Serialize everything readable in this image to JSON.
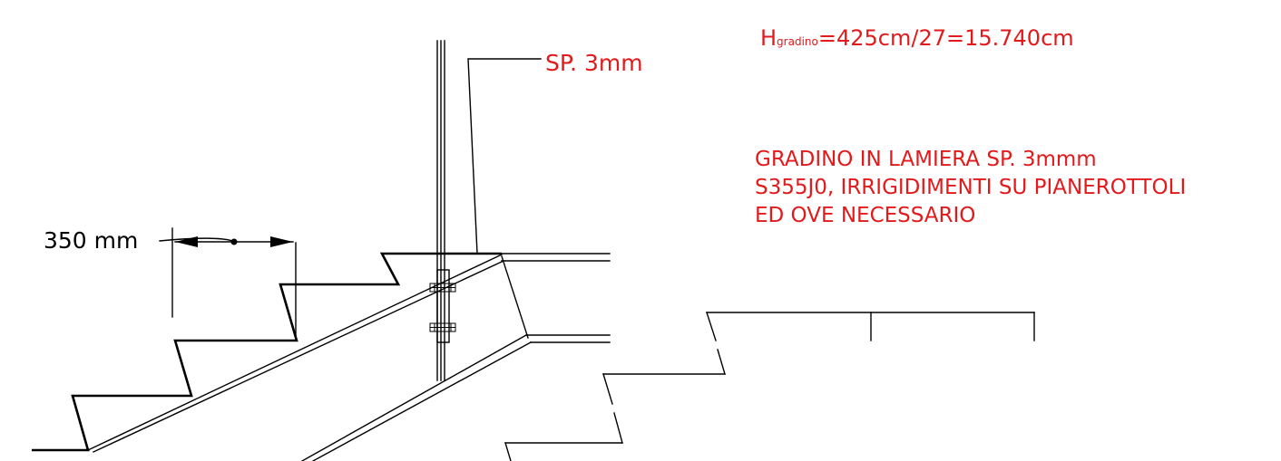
{
  "labels": {
    "height_symbol": "H",
    "height_subscript": "gradino",
    "height_formula": "=425cm/27=15.740cm",
    "plate_thickness": "SP. 3mm",
    "dimension": "350 mm",
    "note_line1": "GRADINO IN LAMIERA SP. 3mmm",
    "note_line2": "S355J0, IRRIGIDIMENTI SU PIANEROTTOLI",
    "note_line3": "ED OVE NECESSARIO"
  },
  "colors": {
    "annotation": "#e31a1c",
    "linework": "#000000",
    "background": "#ffffff"
  }
}
